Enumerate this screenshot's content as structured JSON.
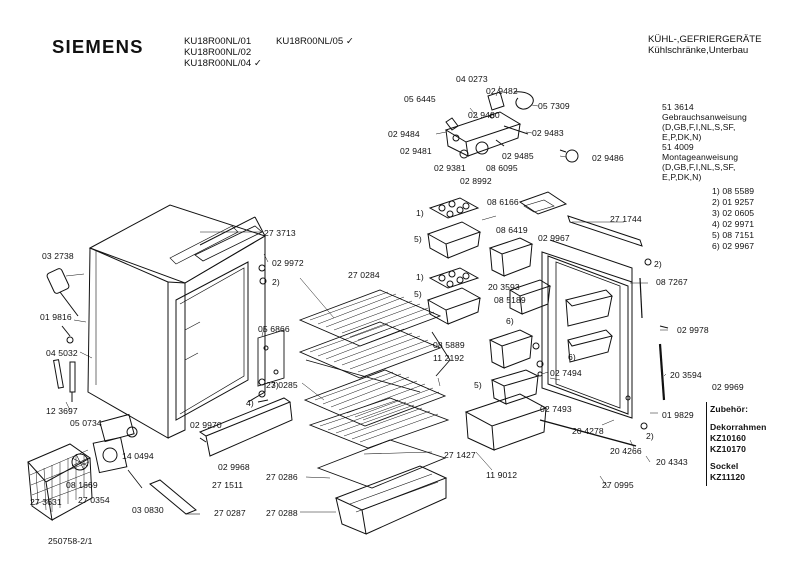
{
  "header": {
    "brand": "SIEMENS",
    "models": [
      "KU18R00NL/01",
      "KU18R00NL/02",
      "KU18R00NL/04 ✓",
      "KU18R00NL/05 ✓"
    ],
    "category": "KÜHL-,GEFRIERGERÄTE",
    "subcategory": "Kühlschränke,Unterbau"
  },
  "docs": [
    "51 3614",
    "Gebrauchsanweisung",
    "(D,GB,F,I,NL,S,SF,",
    "E,P,DK,N)",
    "51 4009",
    "Montageanweisung",
    "(D,GB,F,I,NL,S,SF,",
    "E,P,DK,N)"
  ],
  "variants": [
    "1) 08 5589",
    "2) 01 9257",
    "3) 02 0605",
    "4) 02 9971",
    "5) 08 7151",
    "6) 02 9967"
  ],
  "accessories": {
    "heading": "Zubehör:",
    "group1": "Dekorrahmen",
    "items1": [
      "KZ10160",
      "KZ10170"
    ],
    "group2": "Sockel",
    "items2": [
      "KZ11120"
    ]
  },
  "footer": "250758-2/1",
  "parts": {
    "p040273": "04 0273",
    "p029482": "02 9482",
    "p056445": "05 6445",
    "p057309": "05 7309",
    "p029480": "02 9480",
    "p029484": "02 9484",
    "p029483": "02 9483",
    "p029481": "02 9481",
    "p029485": "02 9485",
    "p029486": "02 9486",
    "p029381": "02 9381",
    "p086095": "08 6095",
    "p028992": "02 8992",
    "p086166": "08 6166",
    "p271744": "27 1744",
    "p273713": "27 3713",
    "p086419": "08 6419",
    "p029967": "02 9967",
    "p032738": "03 2738",
    "p029972": "02 9972",
    "p270284": "27 0284",
    "p203593": "20 3593",
    "p087267": "08 7267",
    "p085189": "08 5189",
    "p019816": "01 9816",
    "p056866": "05 6866",
    "p029978": "02 9978",
    "p045032": "04 5032",
    "p085889": "08 5889",
    "p112192": "11 2192",
    "p027494": "02 7494",
    "p203594": "20 3594",
    "p029969": "02 9969",
    "p123697": "12 3697",
    "p270285": "27 0285",
    "p027493": "02 7493",
    "p019829": "01 9829",
    "p050734": "05 0734",
    "p029970": "02 9970",
    "p204278": "20 4278",
    "p140494": "14 0494",
    "p029968": "02 9968",
    "p271427": "27 1427",
    "p204266": "20 4266",
    "p204343": "20 4343",
    "p081669": "08 1669",
    "p271511": "27 1511",
    "p119012": "11 9012",
    "p270286": "27 0286",
    "p270354": "27 0354",
    "p273631": "27 3631",
    "p030830": "03 0830",
    "p270995": "27 0995",
    "p270287": "27 0287",
    "p270288": "27 0288"
  },
  "callouts": {
    "c1a": "1)",
    "c5a": "5)",
    "c1b": "1)",
    "c5b": "5)",
    "c2a": "2)",
    "c2b": "2)",
    "c3": "3)",
    "c4": "4)",
    "c6a": "6)",
    "c6b": "6)",
    "c5c": "5)",
    "c2c": "2)"
  }
}
